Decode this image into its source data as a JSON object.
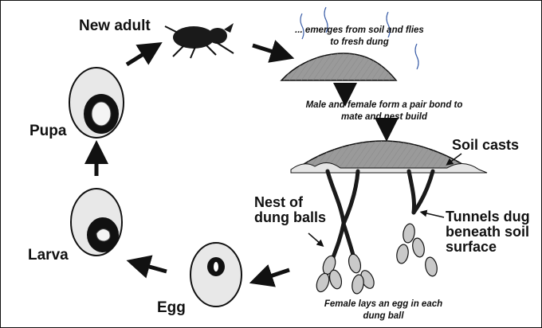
{
  "stages": {
    "new_adult": "New adult",
    "pupa": "Pupa",
    "larva": "Larva",
    "egg": "Egg"
  },
  "captions": {
    "emerges_line1": "... emerges from soil and flies",
    "emerges_line2": "to fresh dung",
    "pair_bond_line1": "Male and female form a pair bond to",
    "pair_bond_line2": "mate and nest build",
    "female_lays_line1": "Female lays an egg in each",
    "female_lays_line2": "dung ball"
  },
  "labels": {
    "soil_casts": "Soil casts",
    "nest_line1": "Nest of",
    "nest_line2": "dung  balls",
    "tunnels_line1": "Tunnels dug",
    "tunnels_line2": "beneath soil",
    "tunnels_line3": "surface"
  },
  "colors": {
    "ink": "#111111",
    "fill": "#d9d9d9",
    "dark": "#1a1a1a",
    "paper": "#ffffff"
  }
}
